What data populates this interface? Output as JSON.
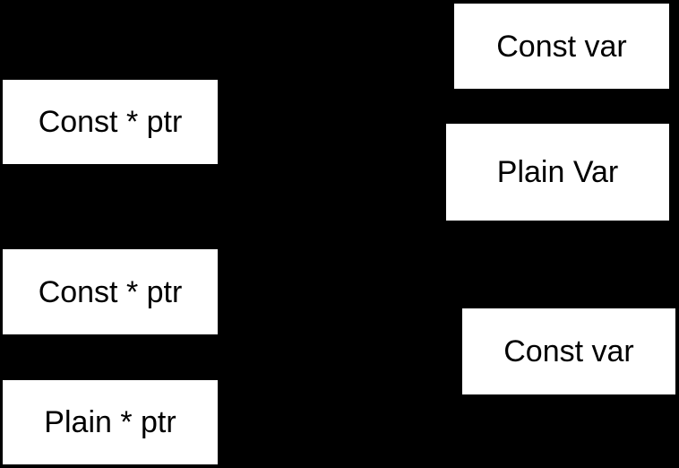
{
  "canvas": {
    "background_color": "#000000",
    "node_fill_color": "#ffffff",
    "node_text_color": "#000000"
  },
  "diagram": {
    "nodes": {
      "left_top": {
        "label": "Const * ptr"
      },
      "left_middle": {
        "label": "Const * ptr"
      },
      "left_bottom": {
        "label": "Plain * ptr"
      },
      "right_top": {
        "label": "Const var"
      },
      "right_middle": {
        "label": "Plain Var"
      },
      "right_bottom": {
        "label": "Const var"
      }
    }
  }
}
